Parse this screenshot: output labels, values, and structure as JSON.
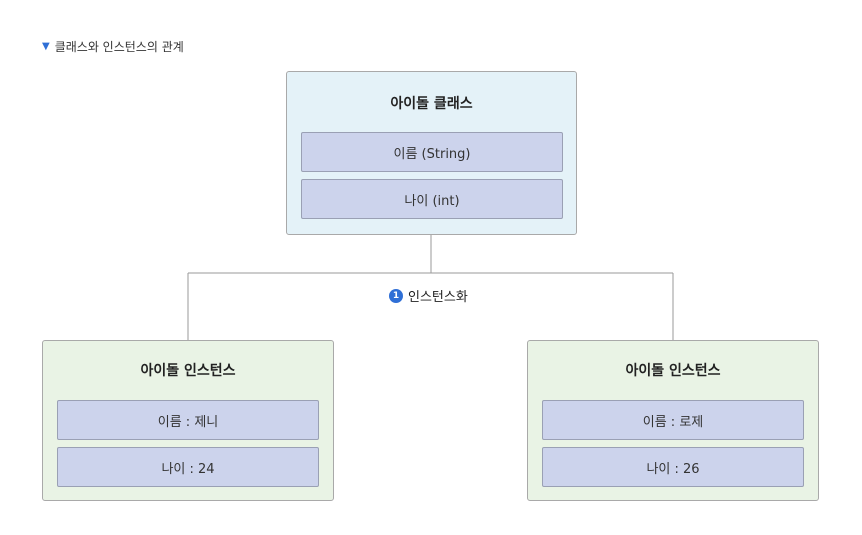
{
  "section_title": "클래스와 인스턴스의 관계",
  "icons": {
    "section_marker": "triangle-down-icon",
    "step_badge": "number-circle-icon"
  },
  "colors": {
    "class_box_bg": "#e4f2f8",
    "instance_box_bg": "#e9f3e5",
    "field_bg": "#ccd3ec",
    "accent": "#2f6fd6"
  },
  "class_box": {
    "title": "아이돌 클래스",
    "fields": [
      "이름 (String)",
      "나이 (int)"
    ]
  },
  "instantiation": {
    "step_number": "1",
    "label": "인스턴스화"
  },
  "instances": [
    {
      "title": "아이돌 인스턴스",
      "fields": [
        "이름 : 제니",
        "나이 : 24"
      ]
    },
    {
      "title": "아이돌 인스턴스",
      "fields": [
        "이름 : 로제",
        "나이 : 26"
      ]
    }
  ]
}
